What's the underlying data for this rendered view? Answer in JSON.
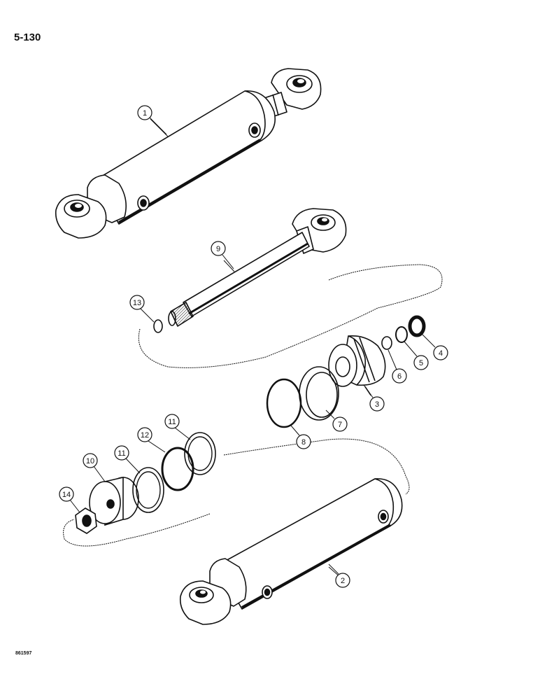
{
  "page": {
    "number": "5-130",
    "figure_code": "861597"
  },
  "callouts": [
    "1",
    "2",
    "3",
    "4",
    "5",
    "6",
    "7",
    "8",
    "9",
    "10",
    "11",
    "11",
    "12",
    "13",
    "14"
  ],
  "colors": {
    "ink": "#111111",
    "paper": "#ffffff"
  }
}
